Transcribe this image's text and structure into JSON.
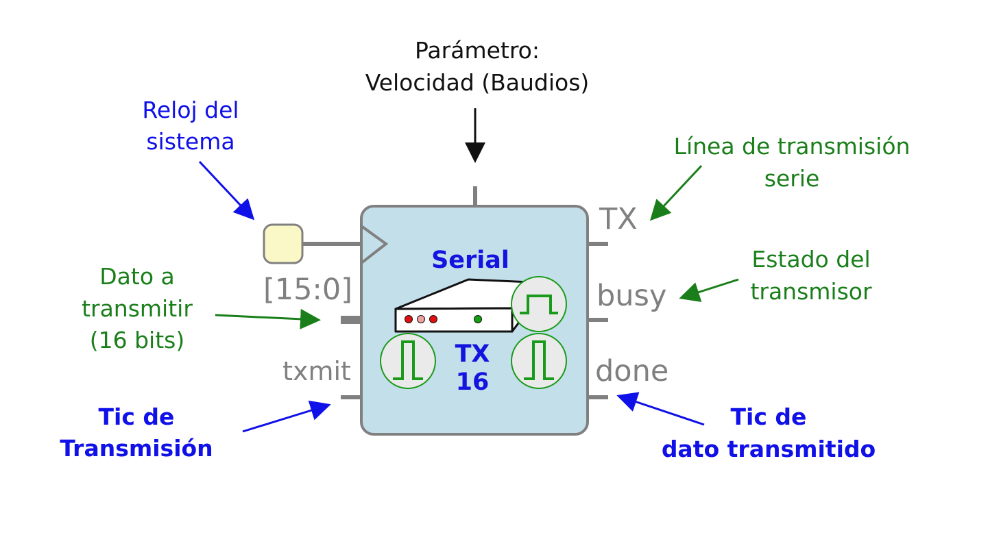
{
  "parameter_label": [
    "Parámetro:",
    "Velocidad (Baudios)"
  ],
  "clock_label": [
    "Reloj del",
    "sistema"
  ],
  "tx_line_label": [
    "Línea de transmisión",
    "serie"
  ],
  "data_label": [
    "Dato a",
    "transmitir",
    "(16 bits)"
  ],
  "busy_label": [
    "Estado del",
    "transmisor"
  ],
  "txmit_label": [
    "Tic de",
    "Transmisión"
  ],
  "done_label": [
    "Tic de",
    "dato transmitido"
  ],
  "block": {
    "name": "Serial",
    "sub_line1": "TX",
    "sub_line2": "16"
  },
  "ports": {
    "data_bus": "[15:0]",
    "txmit": "txmit",
    "tx": "TX",
    "busy": "busy",
    "done": "done"
  },
  "colors": {
    "block_fill": "#c3dfea",
    "block_stroke": "#808080",
    "clock_fill": "#fbf8c8",
    "annotation_blue": "#1010e8",
    "annotation_green": "#1a7f1a",
    "signal_green": "#1a9a1a",
    "led_red": "#e01010",
    "led_pink": "#f0a0a0",
    "led_green": "#10a010"
  },
  "icons": [
    "serial-device-icon",
    "pulse-icon",
    "step-icon"
  ]
}
